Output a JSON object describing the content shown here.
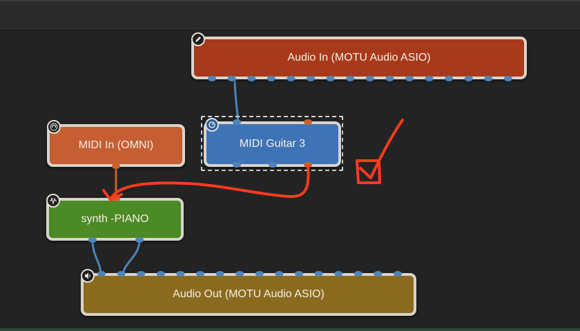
{
  "nodes": {
    "audio_in": {
      "label": "Audio In (MOTU Audio ASIO)",
      "color": "#a8391a",
      "icon": "pencil-icon"
    },
    "midi_guitar": {
      "label": "MIDI Guitar 3",
      "color": "#3e74b6",
      "icon": "knob-icon"
    },
    "midi_in": {
      "label": "MIDI In (OMNI)",
      "color": "#c55e33",
      "icon": "midi-connector-icon"
    },
    "synth": {
      "label": "synth -PIANO",
      "color": "#4b8a24",
      "icon": "waveform-icon"
    },
    "audio_out": {
      "label": "Audio Out (MOTU Audio ASIO)",
      "color": "#8a6a1f",
      "icon": "speaker-icon"
    }
  },
  "colors": {
    "audio_pin": "#4f84b8",
    "midi_pin": "#c7622e",
    "node_border": "#d9d4cc",
    "annotation": "#ff3b1f"
  },
  "connections": [
    {
      "from": "audio_in",
      "to": "midi_guitar",
      "type": "audio"
    },
    {
      "from": "midi_in",
      "to": "synth",
      "type": "midi"
    },
    {
      "from": "synth",
      "to": "audio_out",
      "type": "audio"
    },
    {
      "from": "synth",
      "to": "audio_out",
      "type": "audio"
    }
  ],
  "annotations": [
    {
      "type": "arrow",
      "description": "red hand-drawn arrow from MIDI Guitar 3 MIDI out to synth -PIANO"
    },
    {
      "type": "checkbox-check",
      "description": "red hand-drawn checkbox with checkmark"
    }
  ]
}
